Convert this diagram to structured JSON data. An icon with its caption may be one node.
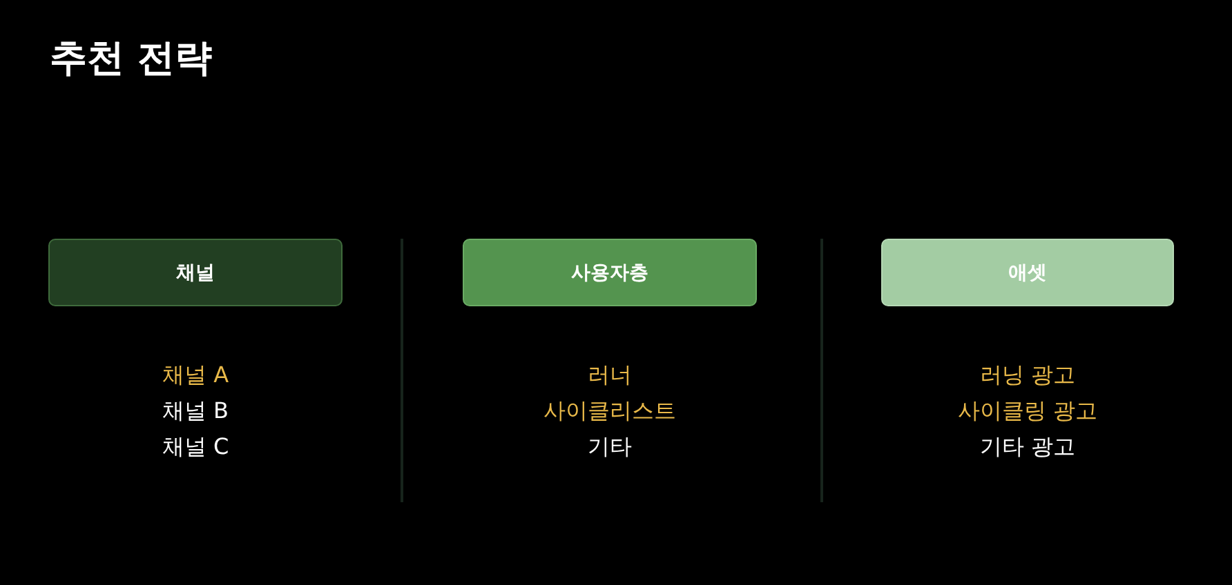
{
  "diagram": {
    "title": "추천 전략",
    "nodes": [
      {
        "text": [
          "채널"
        ]
      },
      {
        "text": [
          "사용자층"
        ]
      },
      {
        "text": [
          "애셋"
        ]
      }
    ],
    "labels": [
      "채널 A",
      "채널 B",
      "채널 C",
      "러너",
      "사이클리스트",
      "기타",
      "러닝 광고",
      "사이클링 광고",
      "기타 광고"
    ]
  }
}
